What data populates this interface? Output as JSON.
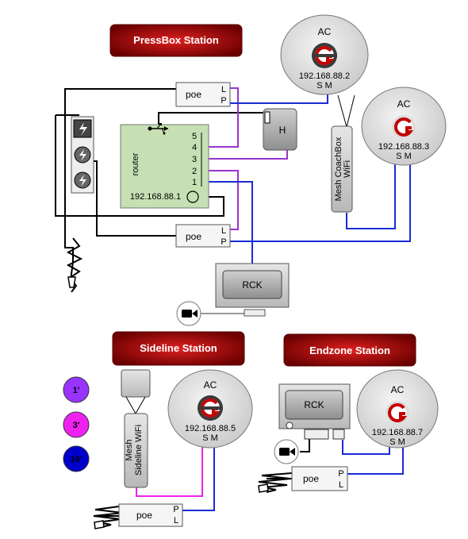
{
  "stations": {
    "pressbox": "PressBox Station",
    "sideline": "Sideline Station",
    "endzone": "Endzone Station"
  },
  "access_points": {
    "pressbox_main": {
      "label": "AC",
      "ip": "192.168.88.2",
      "ports": "S  M"
    },
    "pressbox_coachbox": {
      "label": "AC",
      "ip": "192.168.88.3",
      "ports": "S  M"
    },
    "sideline": {
      "label": "AC",
      "ip": "192.168.88.5",
      "ports": "S  M"
    },
    "endzone": {
      "label": "AC",
      "ip": "192.168.88.7",
      "ports": "S  M"
    }
  },
  "poe": {
    "label": "poe",
    "lan": "L",
    "poe_port": "P"
  },
  "router": {
    "label": "router",
    "ip": "192.168.88.1",
    "ports": [
      "5",
      "4",
      "3",
      "2",
      "1"
    ]
  },
  "hub_label": "H",
  "rck_label": "RCK",
  "mesh": {
    "coachbox_line1": "Mesh CoachBox",
    "coachbox_line2": "WiFi",
    "sideline_line1": "Mesh",
    "sideline_line2": "Sideline  WiFi"
  },
  "legend": [
    "1'",
    "3'",
    "10'"
  ],
  "colors": {
    "title_bg": "#8b0000",
    "purple": "#9933cc",
    "magenta": "#ee22ee",
    "blue": "#1a2bd6",
    "router_bg": "#c6e0b4",
    "legend_1ft": "#9933ff",
    "legend_3ft": "#ee22ee",
    "legend_10ft": "#0000cc"
  }
}
